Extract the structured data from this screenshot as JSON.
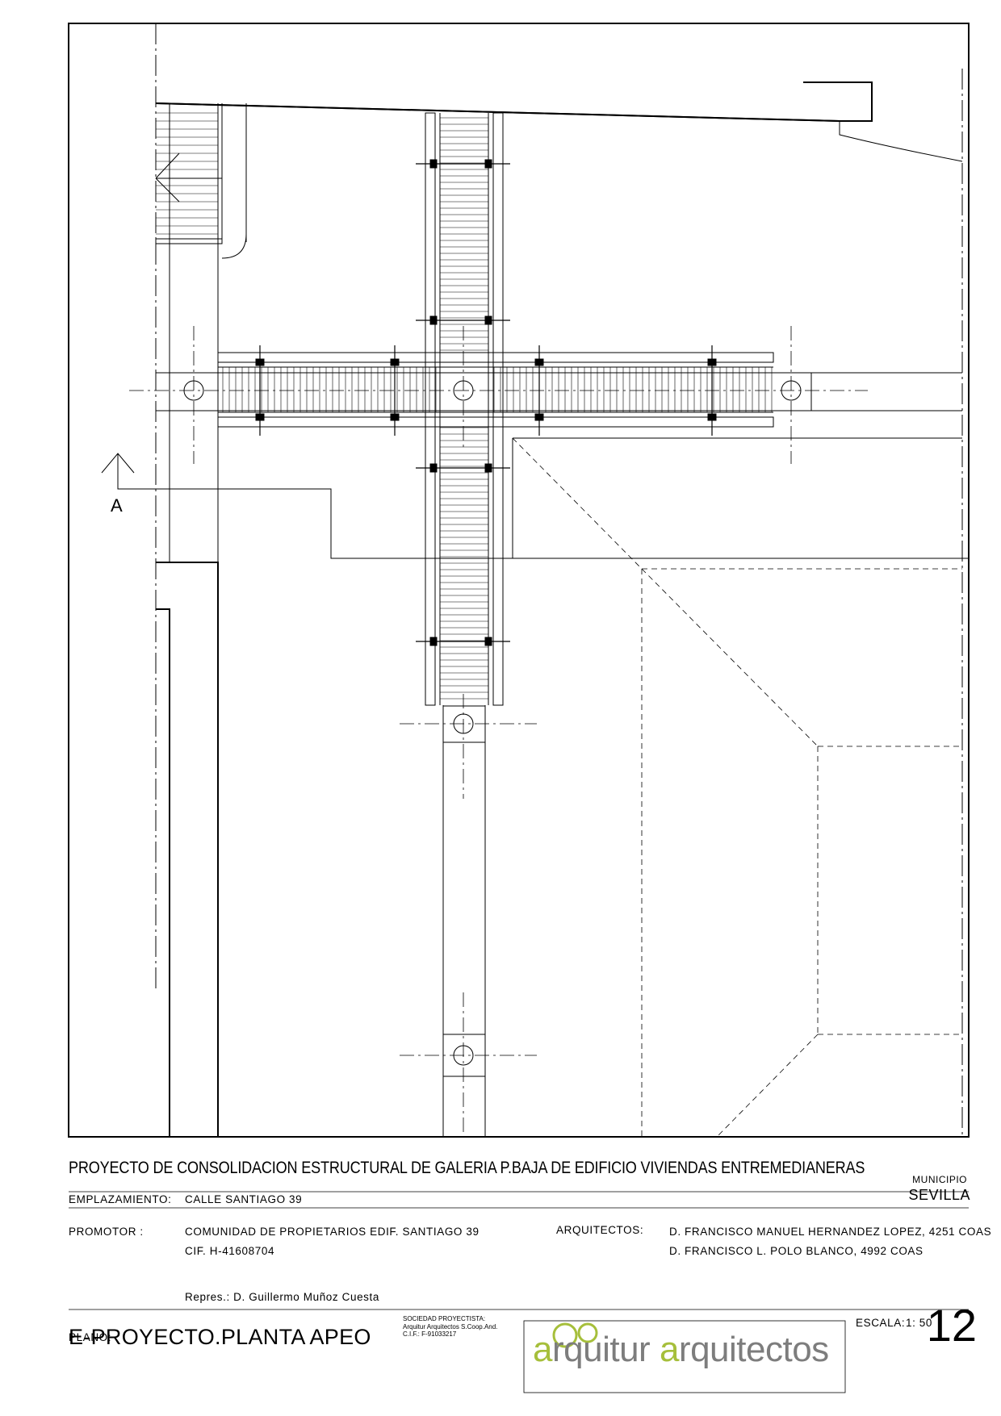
{
  "drawing": {
    "section_marker": "A"
  },
  "title_block": {
    "project_title": "PROYECTO DE CONSOLIDACION ESTRUCTURAL DE GALERIA P.BAJA DE EDIFICIO VIVIENDAS ENTREMEDIANERAS",
    "municipio_label": "MUNICIPIO",
    "municipio_value": "SEVILLA",
    "emplazamiento_label": "EMPLAZAMIENTO:",
    "emplazamiento_value": "CALLE  SANTIAGO 39",
    "promotor_label": "PROMOTOR :",
    "promotor_value": "COMUNIDAD DE PROPIETARIOS EDIF. SANTIAGO 39",
    "cif": "CIF. H-41608704",
    "arquitectos_label": "ARQUITECTOS:",
    "arquitecto_1": "D. FRANCISCO MANUEL HERNANDEZ LOPEZ, 4251 COAS",
    "arquitecto_2": "D. FRANCISCO L. POLO BLANCO, 4992 COAS",
    "representante": "Repres.: D. Guillermo Muñoz Cuesta",
    "plano_label": "PLANO:",
    "plano_value": "E-PROYECTO.PLANTA APEO",
    "sociedad_label": "SOCIEDAD PROYECTISTA:",
    "sociedad_name": "Arquitur Arquitectos S.Coop.And.",
    "sociedad_cif": "C.I.F.: F-91033217",
    "escala_label": "ESCALA:",
    "escala_value": "1: 50",
    "sheet_number": "12"
  },
  "logo": {
    "word_1_initial": "a",
    "word_1_rest": "rquitur ",
    "word_2_initial": "a",
    "word_2_rest": "rquitectos",
    "accent_color": "#a6bf3b",
    "text_color": "#7d7d7d"
  }
}
